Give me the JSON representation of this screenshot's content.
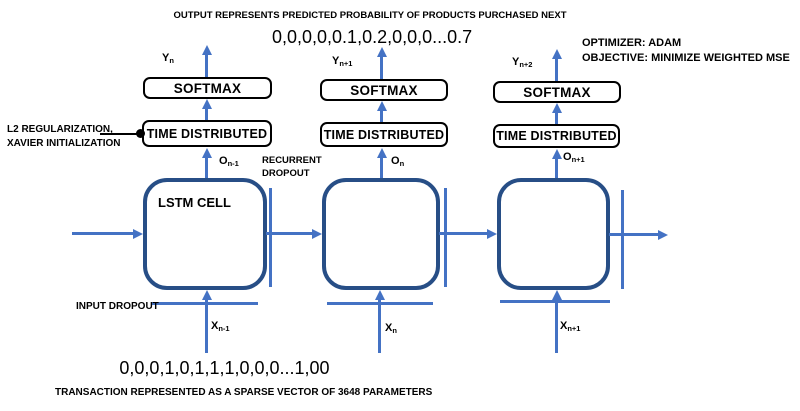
{
  "top": {
    "title": "OUTPUT REPRESENTS PREDICTED PROBABILITY OF PRODUCTS PURCHASED NEXT",
    "output_vector": "0,0,0,0,0.1,0.2,0,0,0...0.7",
    "optimizer": "OPTIMIZER: ADAM",
    "objective": "OBJECTIVE: MINIMIZE WEIGHTED MSE"
  },
  "boxes": {
    "softmax": "SOFTMAX",
    "time_distributed": "TIME DISTRIBUTED",
    "lstm_cell": "LSTM CELL"
  },
  "annotations": {
    "l2_line1": "L2 REGULARIZATION,",
    "l2_line2": "XAVIER INITIALIZATION",
    "recurrent_line1": "RECURRENT",
    "recurrent_line2": "DROPOUT",
    "input_dropout": "INPUT DROPOUT"
  },
  "labels": {
    "y": [
      {
        "base": "Y",
        "sub": "n"
      },
      {
        "base": "Y",
        "sub": "n+1"
      },
      {
        "base": "Y",
        "sub": "n+2"
      }
    ],
    "o": [
      {
        "base": "O",
        "sub": "n-1"
      },
      {
        "base": "O",
        "sub": "n"
      },
      {
        "base": "O",
        "sub": "n+1"
      }
    ],
    "x": [
      {
        "base": "X",
        "sub": "n-1"
      },
      {
        "base": "X",
        "sub": "n"
      },
      {
        "base": "X",
        "sub": "n+1"
      }
    ]
  },
  "bottom": {
    "input_vector": "0,0,0,1,0,1,1,1,0,0,0...1,00",
    "caption": "TRANSACTION REPRESENTED AS A SPARSE VECTOR OF 3648 PARAMETERS"
  },
  "colors": {
    "arrow_blue": "#4472C4",
    "cell_border": "#274E86",
    "box_border": "#000000",
    "text": "#000000"
  }
}
